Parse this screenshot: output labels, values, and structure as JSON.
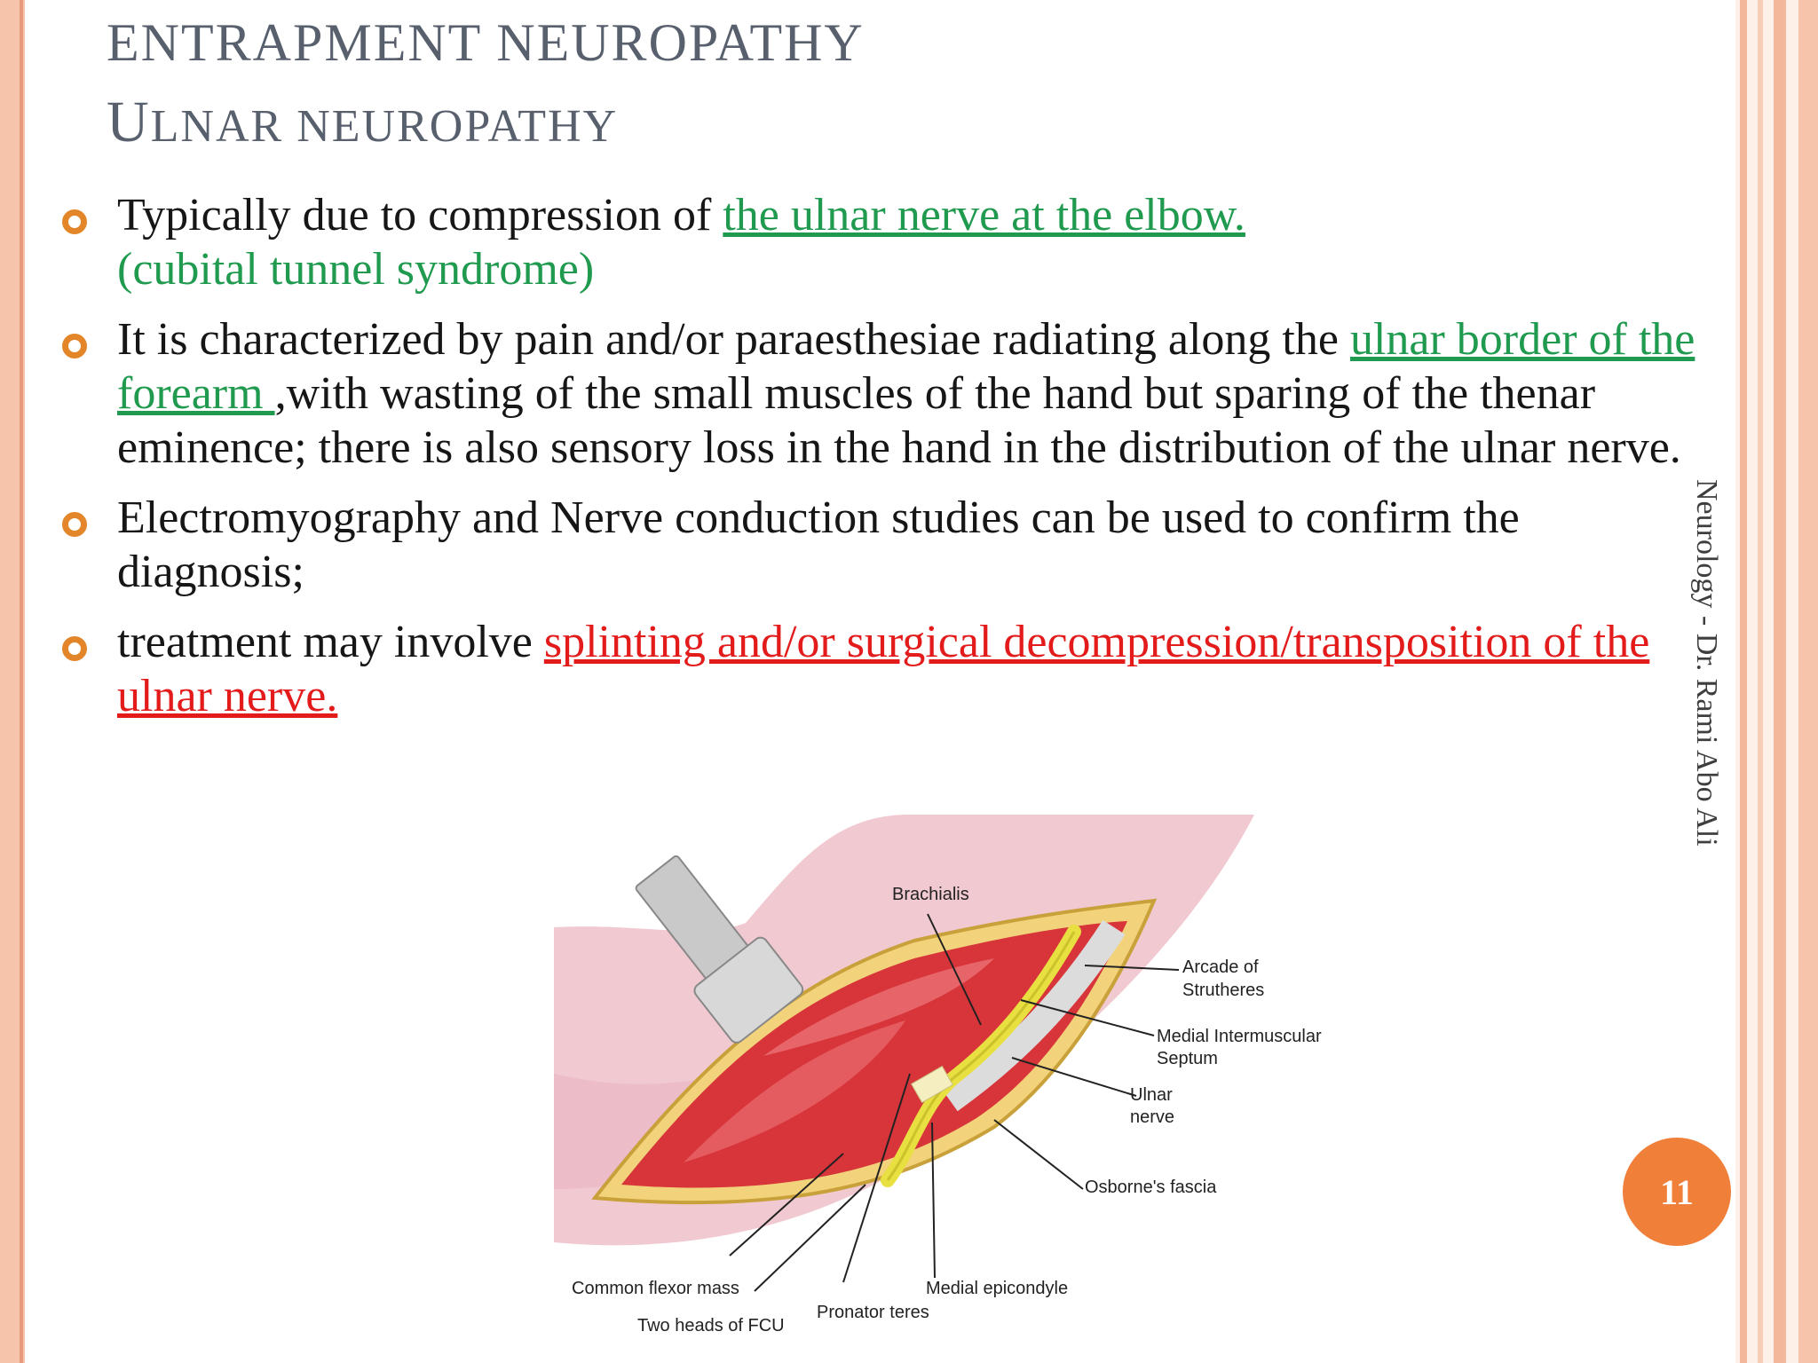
{
  "title": {
    "line1": "ENTRAPMENT NEUROPATHY",
    "line2_initial": "U",
    "line2_rest": "LNAR NEUROPATHY"
  },
  "bullets": [
    {
      "parts": [
        {
          "text": "Typically due to compression of ",
          "style": "normal"
        },
        {
          "text": "the ulnar nerve at the elbow.",
          "style": "green"
        },
        {
          "text": "(cubital tunnel syndrome)",
          "style": "green-plain"
        }
      ]
    },
    {
      "parts": [
        {
          "text": "It is characterized by pain and/or paraesthesiae radiating along the ",
          "style": "normal"
        },
        {
          "text": "ulnar border of the forearm ",
          "style": "green"
        },
        {
          "text": ",with wasting of the small muscles of the hand but sparing of the thenar eminence; there is also sensory loss in the hand in the distribution of the ulnar nerve.",
          "style": "normal"
        }
      ]
    },
    {
      "parts": [
        {
          "text": "Electromyography and Nerve conduction studies can be used to confirm the diagnosis;",
          "style": "normal"
        }
      ]
    },
    {
      "parts": [
        {
          "text": " treatment may involve ",
          "style": "normal"
        },
        {
          "text": "splinting and/or surgical decompression/transposition of the ulnar nerve.",
          "style": "red"
        }
      ]
    }
  ],
  "sidebar_text": "Neurology - Dr. Rami Abo Ali",
  "page_number": "11",
  "figure": {
    "labels": {
      "brachialis": "Brachialis",
      "arcade1": "Arcade of",
      "arcade2": "Strutheres",
      "septum1": "Medial Intermuscular",
      "septum2": "Septum",
      "ulnar1": "Ulnar",
      "ulnar2": "nerve",
      "osborne": "Osborne's fascia",
      "flexor": "Common flexor mass",
      "fcu": "Two heads of FCU",
      "pronator": "Pronator teres",
      "epicondyle": "Medial epicondyle"
    }
  },
  "colors": {
    "accent": "#e3862a",
    "title": "#58606e",
    "green_link": "#1f9a4e",
    "red_link": "#e31b1b",
    "page_circle": "#f07f3a"
  }
}
